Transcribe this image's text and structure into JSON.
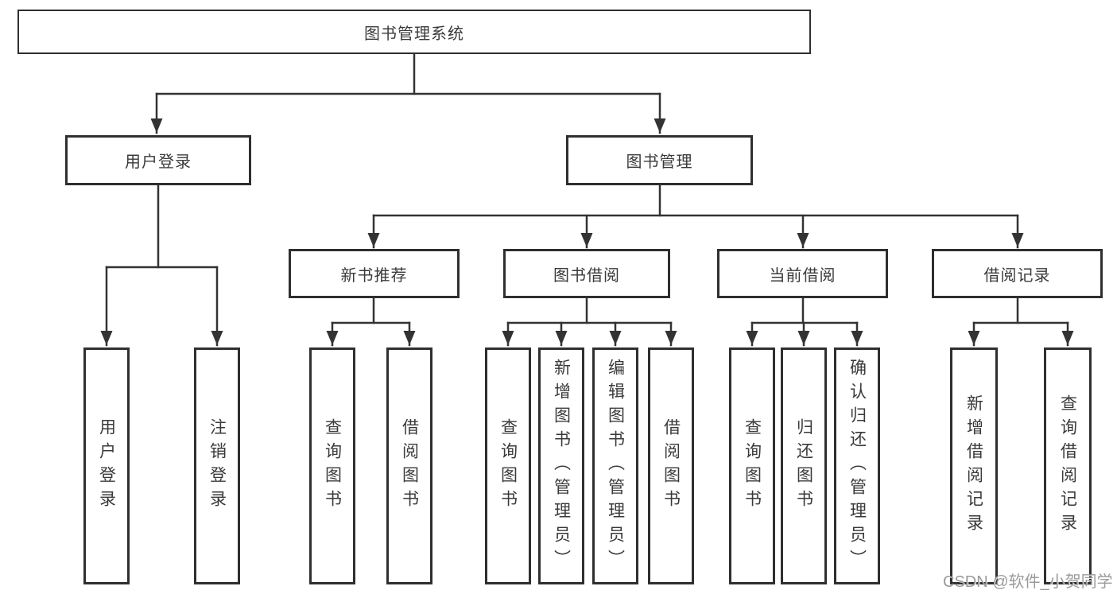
{
  "diagram": {
    "root": {
      "label": "图书管理系统"
    },
    "level2": {
      "user_login": {
        "label": "用户登录"
      },
      "book_mgmt": {
        "label": "图书管理"
      }
    },
    "level3": {
      "new_book_rec": {
        "label": "新书推荐"
      },
      "book_borrow": {
        "label": "图书借阅"
      },
      "current_borrow": {
        "label": "当前借阅"
      },
      "borrow_record": {
        "label": "借阅记录"
      }
    },
    "leaves": {
      "user_login_leaf": {
        "label": "用户登录"
      },
      "logout": {
        "label": "注销登录"
      },
      "nb_query_book": {
        "label": "查询图书"
      },
      "nb_borrow_book": {
        "label": "借阅图书"
      },
      "bb_query_book": {
        "label": "查询图书"
      },
      "bb_add_book": {
        "label": "新增图书（管理员）"
      },
      "bb_edit_book": {
        "label": "编辑图书（管理员）"
      },
      "bb_borrow_book": {
        "label": "借阅图书"
      },
      "cb_query_book": {
        "label": "查询图书"
      },
      "cb_return_book": {
        "label": "归还图书"
      },
      "cb_confirm_return": {
        "label": "确认归还（管理员）"
      },
      "br_add_record": {
        "label": "新增借阅记录"
      },
      "br_query_record": {
        "label": "查询借阅记录"
      }
    },
    "watermark": "CSDN @软件_小贺同学",
    "colors": {
      "line": "#333333",
      "box_border": "#2f2f2f",
      "text": "#3a3a3a",
      "watermark": "#969696",
      "background": "#ffffff"
    }
  }
}
